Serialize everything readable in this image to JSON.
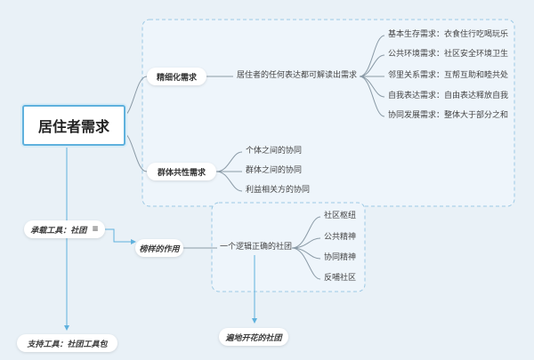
{
  "root": {
    "label": "居住者需求"
  },
  "refined_needs": {
    "label": "精细化需求",
    "middle": "居住者的任何表达都可解读出需求",
    "leaves": [
      "基本生存需求：衣食住行吃喝玩乐",
      "公共环境需求：社区安全环境卫生",
      "邻里关系需求：互帮互助和睦共处",
      "自我表达需求：自由表达释放自我",
      "协同发展需求：整体大于部分之和"
    ]
  },
  "group_needs": {
    "label": "群体共性需求",
    "leaves": [
      "个体之间的协同",
      "群体之间的协同",
      "利益相关方的协同"
    ]
  },
  "carrier_tool": {
    "label": "承载工具：社团",
    "icon": "note-icon"
  },
  "role_model": {
    "label": "榜样的作用"
  },
  "correct_club": {
    "label": "一个逻辑正确的社团",
    "leaves": [
      "社区枢纽",
      "公共精神",
      "协同精神",
      "反哺社区"
    ]
  },
  "blossom": {
    "label": "遍地开花的社团"
  },
  "support_tool": {
    "label": "支持工具：社团工具包"
  },
  "colors": {
    "line": "#8a9aa6",
    "blue": "#5fb1dd",
    "dashed": "#9cc9e4"
  }
}
